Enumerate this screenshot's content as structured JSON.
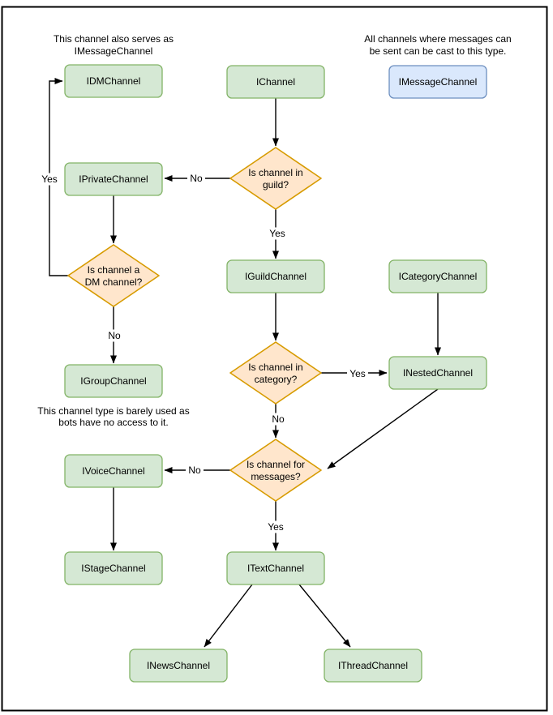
{
  "colors": {
    "node_fill": "#d5e8d4",
    "node_stroke": "#82b366",
    "decision_fill": "#ffe6cc",
    "decision_stroke": "#d79b00",
    "highlight_fill": "#dae8fc",
    "highlight_stroke": "#6c8ebf",
    "edge": "#000000",
    "text": "#000000",
    "page_bg": "#ffffff",
    "page_border": "#000000"
  },
  "notes": {
    "dm_serves": {
      "lines": [
        "This channel also serves as",
        "IMessageChannel"
      ]
    },
    "message_cast": {
      "lines": [
        "All channels where messages can",
        "be sent can be cast to this type."
      ]
    },
    "group_unused": {
      "lines": [
        "This channel type is barely used as",
        "bots have no access to it."
      ]
    }
  },
  "nodes": {
    "idm": {
      "label": "IDMChannel"
    },
    "ichannel": {
      "label": "IChannel"
    },
    "imessage": {
      "label": "IMessageChannel"
    },
    "iprivate": {
      "label": "IPrivateChannel"
    },
    "iguild": {
      "label": "IGuildChannel"
    },
    "icategory": {
      "label": "ICategoryChannel"
    },
    "igroup": {
      "label": "IGroupChannel"
    },
    "inested": {
      "label": "INestedChannel"
    },
    "ivoice": {
      "label": "IVoiceChannel"
    },
    "istage": {
      "label": "IStageChannel"
    },
    "itext": {
      "label": "ITextChannel"
    },
    "inews": {
      "label": "INewsChannel"
    },
    "ithread": {
      "label": "IThreadChannel"
    }
  },
  "decisions": {
    "guild": {
      "lines": [
        "Is channel in",
        "guild?"
      ]
    },
    "dm": {
      "lines": [
        "Is channel a",
        "DM channel?"
      ]
    },
    "category": {
      "lines": [
        "Is channel in",
        "category?"
      ]
    },
    "messages": {
      "lines": [
        "Is channel for",
        "messages?"
      ]
    }
  },
  "edge_labels": {
    "guild_no": "No",
    "guild_yes": "Yes",
    "dm_yes": "Yes",
    "dm_no": "No",
    "category_yes": "Yes",
    "category_no": "No",
    "messages_no": "No",
    "messages_yes": "Yes"
  }
}
